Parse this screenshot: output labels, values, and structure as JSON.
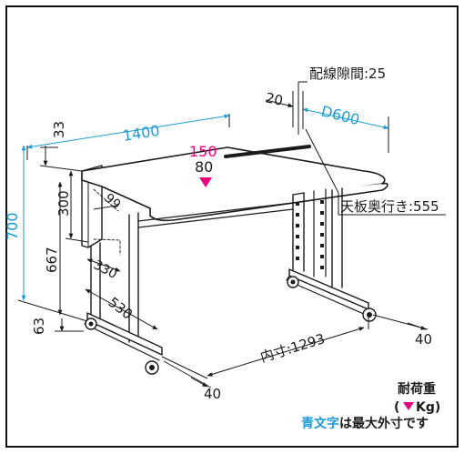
{
  "colors": {
    "frame": "#111111",
    "line": "#1a1a1a",
    "blue": "#1e9bd7",
    "magenta": "#e6007e",
    "panel": "#ffffff"
  },
  "labels": {
    "wiring_gap": "配線隙間:25",
    "dim_20": "20",
    "dim_D600": "D600",
    "dim_1400": "1400",
    "dim_33": "33",
    "dim_700": "700",
    "dim_300": "300",
    "dim_667": "667",
    "dim_63": "63",
    "dim_99": "99",
    "dim_330": "330",
    "dim_530": "530",
    "load_150": "150",
    "load_80": "80",
    "top_depth": "天板奥行き:555",
    "inner_width": "内寸:1293",
    "dim_40_right": "40",
    "dim_40_bottom": "40",
    "legend_title": "耐荷重",
    "legend_unit_open": "(",
    "legend_unit": "Kg)",
    "note_blue": "青文字",
    "note_rest": "は最大外寸です"
  },
  "icons": {
    "load_marker": "triangle-down-icon"
  }
}
